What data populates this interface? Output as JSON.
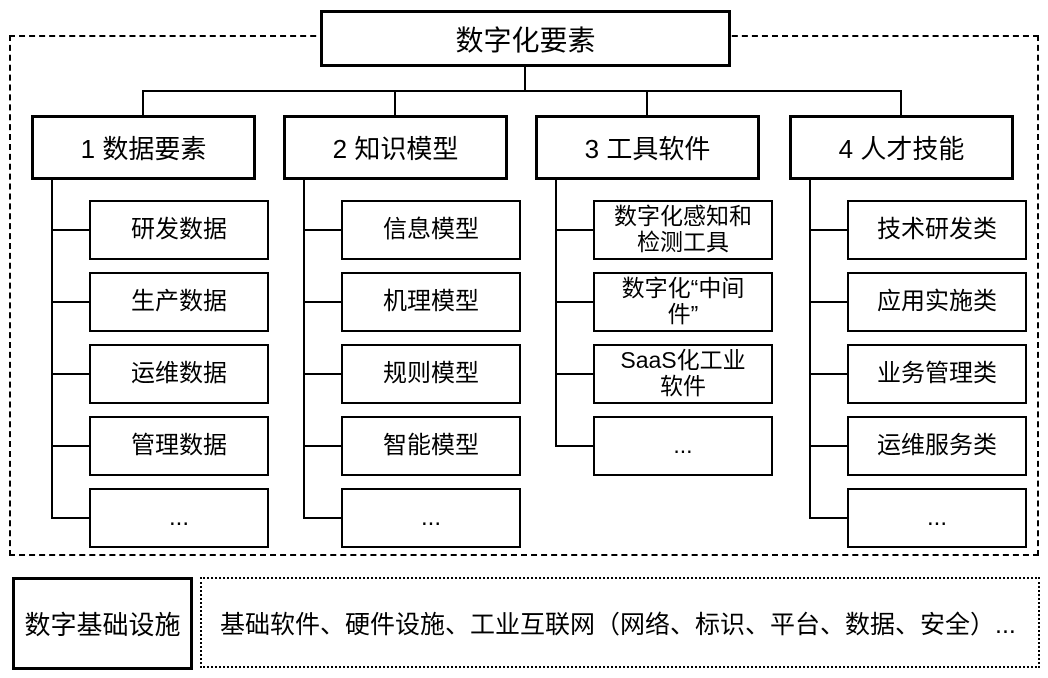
{
  "title": {
    "label": "数字化要素"
  },
  "branches": [
    {
      "label": "1 数据要素",
      "children": [
        "研发数据",
        "生产数据",
        "运维数据",
        "管理数据",
        "..."
      ]
    },
    {
      "label": "2 知识模型",
      "children": [
        "信息模型",
        "机理模型",
        "规则模型",
        "智能模型",
        "..."
      ]
    },
    {
      "label": "3 工具软件",
      "children": [
        "数字化感知和\n检测工具",
        "数字化“中间\n件”",
        "SaaS化工业\n软件",
        "..."
      ]
    },
    {
      "label": "4 人才技能",
      "children": [
        "技术研发类",
        "应用实施类",
        "业务管理类",
        "运维服务类",
        "..."
      ]
    }
  ],
  "infrastructure": {
    "label": "数字基础设施",
    "description": "基础软件、硬件设施、工业互联网（网络、标识、平台、数据、安全）..."
  },
  "colors": {
    "line": "#000000",
    "background": "#ffffff"
  }
}
